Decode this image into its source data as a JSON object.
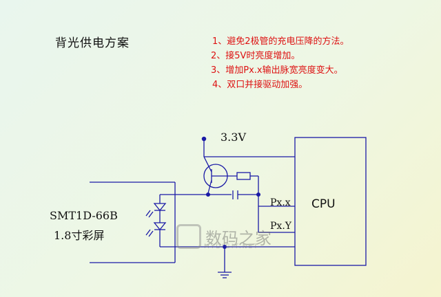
{
  "title": "背光供电方案",
  "notes": [
    "1、避免2极管的充电压降的方法。",
    "2、接5V时亮度增加。",
    "3、增加Px.x输出脉宽亮度变大。",
    "4、双口并接驱动加强。"
  ],
  "labels": {
    "vcc": "3.3V",
    "cpu": "CPU",
    "px_x": "Px.x",
    "px_y": "Px.Y",
    "screen_model": "SMT1D-66B",
    "screen_desc": "1.8寸彩屏"
  },
  "watermark": {
    "cn": "数码之家",
    "url": "MYDIGIT.NET"
  },
  "colors": {
    "wire": "#1a1aa6",
    "note_text": "#d11",
    "label_text": "#111"
  }
}
